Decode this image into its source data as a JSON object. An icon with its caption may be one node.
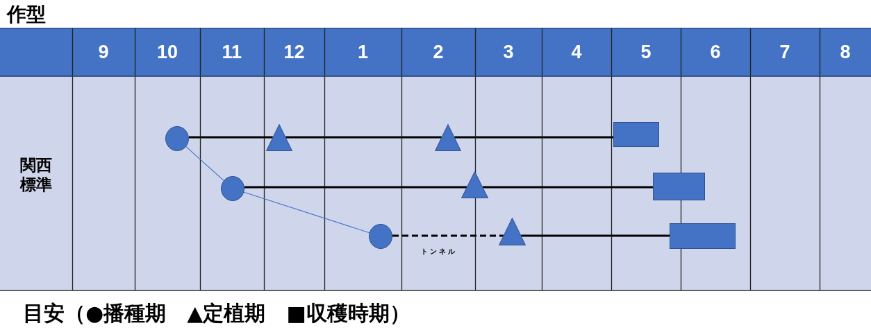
{
  "diagram": {
    "title": "作型",
    "caption": "目安（●播種期　▲定植期　■収穫時期）",
    "nodes": [
      {
        "text": [],
        "shape": "circle"
      },
      {
        "text": [],
        "shape": "triangle"
      },
      {
        "text": [],
        "shape": "triangle"
      },
      {
        "text": [],
        "shape": "box"
      },
      {
        "text": [],
        "shape": "circle"
      },
      {
        "text": [],
        "shape": "triangle"
      },
      {
        "text": [],
        "shape": "box"
      },
      {
        "text": [],
        "shape": "circle"
      },
      {
        "text": [],
        "shape": "triangle"
      },
      {
        "text": [],
        "shape": "box"
      }
    ],
    "edges": [
      {
        "from": 0,
        "to": 1,
        "arrow": "none"
      },
      {
        "from": 1,
        "to": 2,
        "arrow": "none"
      },
      {
        "from": 2,
        "to": 3,
        "arrow": "none"
      },
      {
        "from": 4,
        "to": 5,
        "arrow": "none"
      },
      {
        "from": 5,
        "to": 6,
        "arrow": "none"
      },
      {
        "from": 7,
        "to": 8,
        "arrow": "none",
        "style": "dashed",
        "label": "トンネル"
      },
      {
        "from": 8,
        "to": 9,
        "arrow": "none"
      },
      {
        "from": 0,
        "to": 4,
        "arrow": "none",
        "color": "#4472c4"
      },
      {
        "from": 4,
        "to": 7,
        "arrow": "none",
        "color": "#4472c4"
      }
    ],
    "labels": [
      "9",
      "10",
      "11",
      "12",
      "1",
      "2",
      "3",
      "4",
      "5",
      "6",
      "7",
      "8",
      "関西標準"
    ]
  }
}
